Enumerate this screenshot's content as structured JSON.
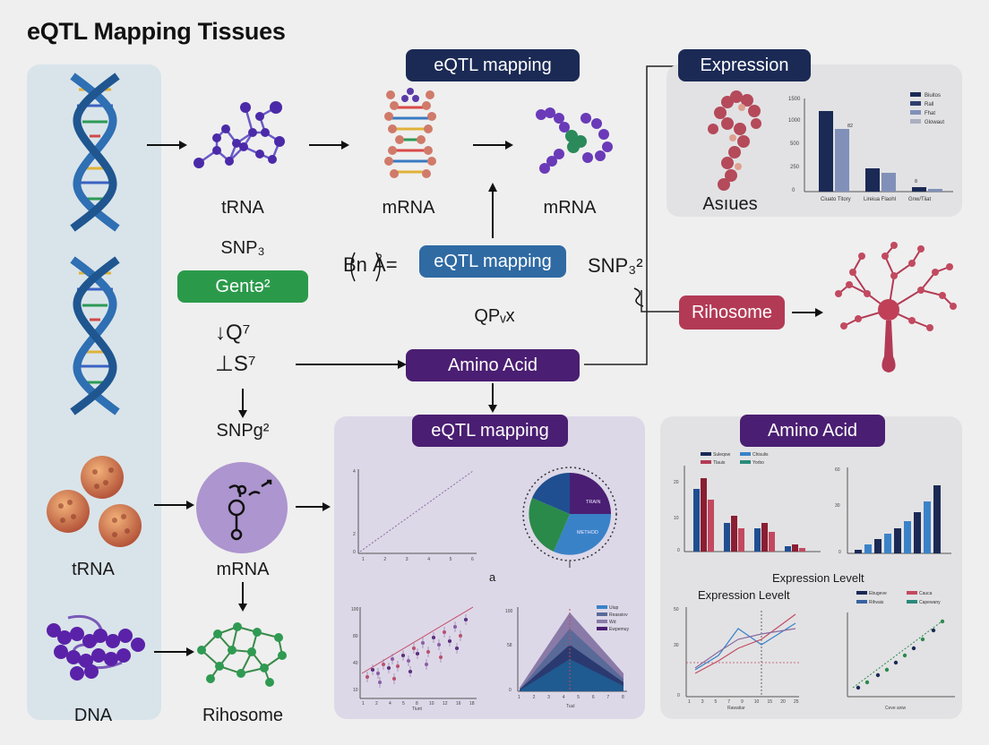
{
  "title": "eQTL Mapping Tissues",
  "colors": {
    "navy": "#1b2a55",
    "purple": "#4a1e72",
    "green": "#2a9a4a",
    "blue": "#2f6aa3",
    "rose": "#b33a55",
    "panel_left": "#d9e4ea",
    "panel_purple": "#ddd8e8",
    "panel_grey": "#e2e2e4"
  },
  "left_column": {
    "trna_label": "tRNA",
    "dna_label": "DNA"
  },
  "column2": {
    "trna_label": "tRNA",
    "snp_label": "SNP₃",
    "gene_pill": "Gentǝ²",
    "symbol1": "↓Q⁷",
    "symbol2": "⊥S⁷",
    "snp2_label": "SNPg²",
    "mrna_label": "mRNA",
    "ribosome_label": "Rihosome"
  },
  "center": {
    "top_pill": "eQTL mapping",
    "mrna_label1": "mRNA",
    "mrna_label2": "mRNA",
    "bna_label": "Bn Å=",
    "mid_pill": "eQTL mapping",
    "qp_label": "QPᵥx",
    "snp_label": "SNP₃²",
    "amino_pill": "Amino Acid"
  },
  "expression_panel": {
    "pill": "Expression",
    "tissue_label": "Asıues",
    "legend": [
      "Biuitos",
      "Rall",
      "Fhat",
      "Glowaut"
    ],
    "categories": [
      "Ciuato Titory",
      "Lireiua Flaohl",
      "Gnw/Tiiat"
    ]
  },
  "ribosome": {
    "pill": "Rihosome"
  },
  "bottom_left_panel": {
    "pill": "eQTL mapping",
    "small_a": "a",
    "legend": [
      "Uiup",
      "Reassiov",
      "Wd",
      "Ewpemuy"
    ],
    "x_ticks": [
      "1",
      "2",
      "3",
      "4",
      "5",
      "6"
    ],
    "scatter_x_ticks": [
      "1",
      "2",
      "4",
      "5",
      "8",
      "10",
      "12",
      "16",
      "18"
    ],
    "area_x_ticks": [
      "1",
      "2",
      "3",
      "4",
      "5",
      "6",
      "7",
      "8"
    ]
  },
  "bottom_right_panel": {
    "pill": "Amino Acid",
    "expr_level_1": "Expression Levelt",
    "expr_level_2": "Expression Levelt",
    "legend_bar": [
      "Suleqow",
      "Tlauis",
      "Chisulis",
      "Yorbo"
    ],
    "legend_line": [
      "Ebugeve",
      "Rihvais",
      "Cauca",
      "Capewany"
    ],
    "line_x_ticks": [
      "1",
      "3",
      "5",
      "7",
      "9",
      "10",
      "15",
      "20",
      "25"
    ]
  }
}
